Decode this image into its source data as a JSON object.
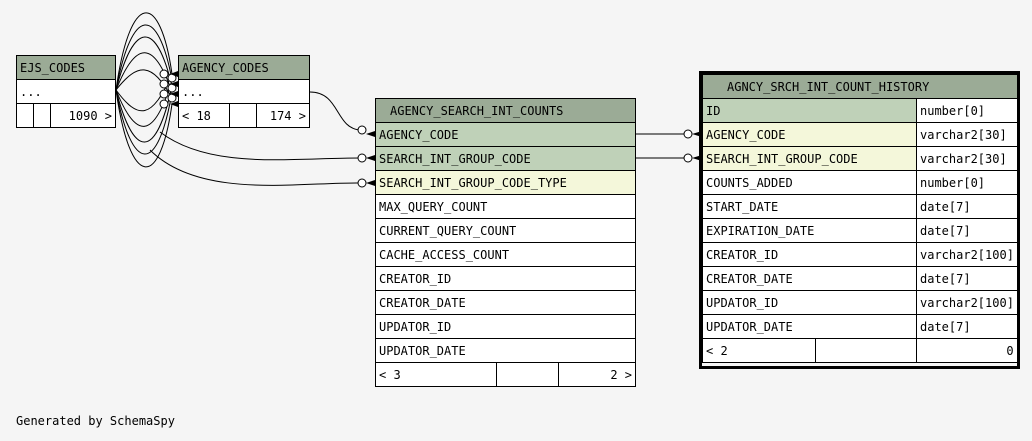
{
  "footer": "Generated by SchemaSpy",
  "ejs_codes": {
    "name": "EJS_CODES",
    "columns_label": "...",
    "children": "1090"
  },
  "agency_codes": {
    "name": "AGENCY_CODES",
    "columns_label": "...",
    "parents": "18",
    "children": "174"
  },
  "search_counts": {
    "name": "AGENCY_SEARCH_INT_COUNTS",
    "columns": [
      {
        "name": "AGENCY_CODE",
        "kind": "pk"
      },
      {
        "name": "SEARCH_INT_GROUP_CODE",
        "kind": "pk"
      },
      {
        "name": "SEARCH_INT_GROUP_CODE_TYPE",
        "kind": "fk"
      },
      {
        "name": "MAX_QUERY_COUNT",
        "kind": ""
      },
      {
        "name": "CURRENT_QUERY_COUNT",
        "kind": ""
      },
      {
        "name": "CACHE_ACCESS_COUNT",
        "kind": ""
      },
      {
        "name": "CREATOR_ID",
        "kind": ""
      },
      {
        "name": "CREATOR_DATE",
        "kind": ""
      },
      {
        "name": "UPDATOR_ID",
        "kind": ""
      },
      {
        "name": "UPDATOR_DATE",
        "kind": ""
      }
    ],
    "parents": "3",
    "children": "2"
  },
  "history": {
    "name": "AGNCY_SRCH_INT_COUNT_HISTORY",
    "columns": [
      {
        "name": "ID",
        "type": "number[0]",
        "kind": "pk"
      },
      {
        "name": "AGENCY_CODE",
        "type": "varchar2[30]",
        "kind": "fk"
      },
      {
        "name": "SEARCH_INT_GROUP_CODE",
        "type": "varchar2[30]",
        "kind": "fk"
      },
      {
        "name": "COUNTS_ADDED",
        "type": "number[0]",
        "kind": ""
      },
      {
        "name": "START_DATE",
        "type": "date[7]",
        "kind": ""
      },
      {
        "name": "EXPIRATION_DATE",
        "type": "date[7]",
        "kind": ""
      },
      {
        "name": "CREATOR_ID",
        "type": "varchar2[100]",
        "kind": ""
      },
      {
        "name": "CREATOR_DATE",
        "type": "date[7]",
        "kind": ""
      },
      {
        "name": "UPDATOR_ID",
        "type": "varchar2[100]",
        "kind": ""
      },
      {
        "name": "UPDATOR_DATE",
        "type": "date[7]",
        "kind": ""
      }
    ],
    "parents": "2",
    "children": "0"
  }
}
